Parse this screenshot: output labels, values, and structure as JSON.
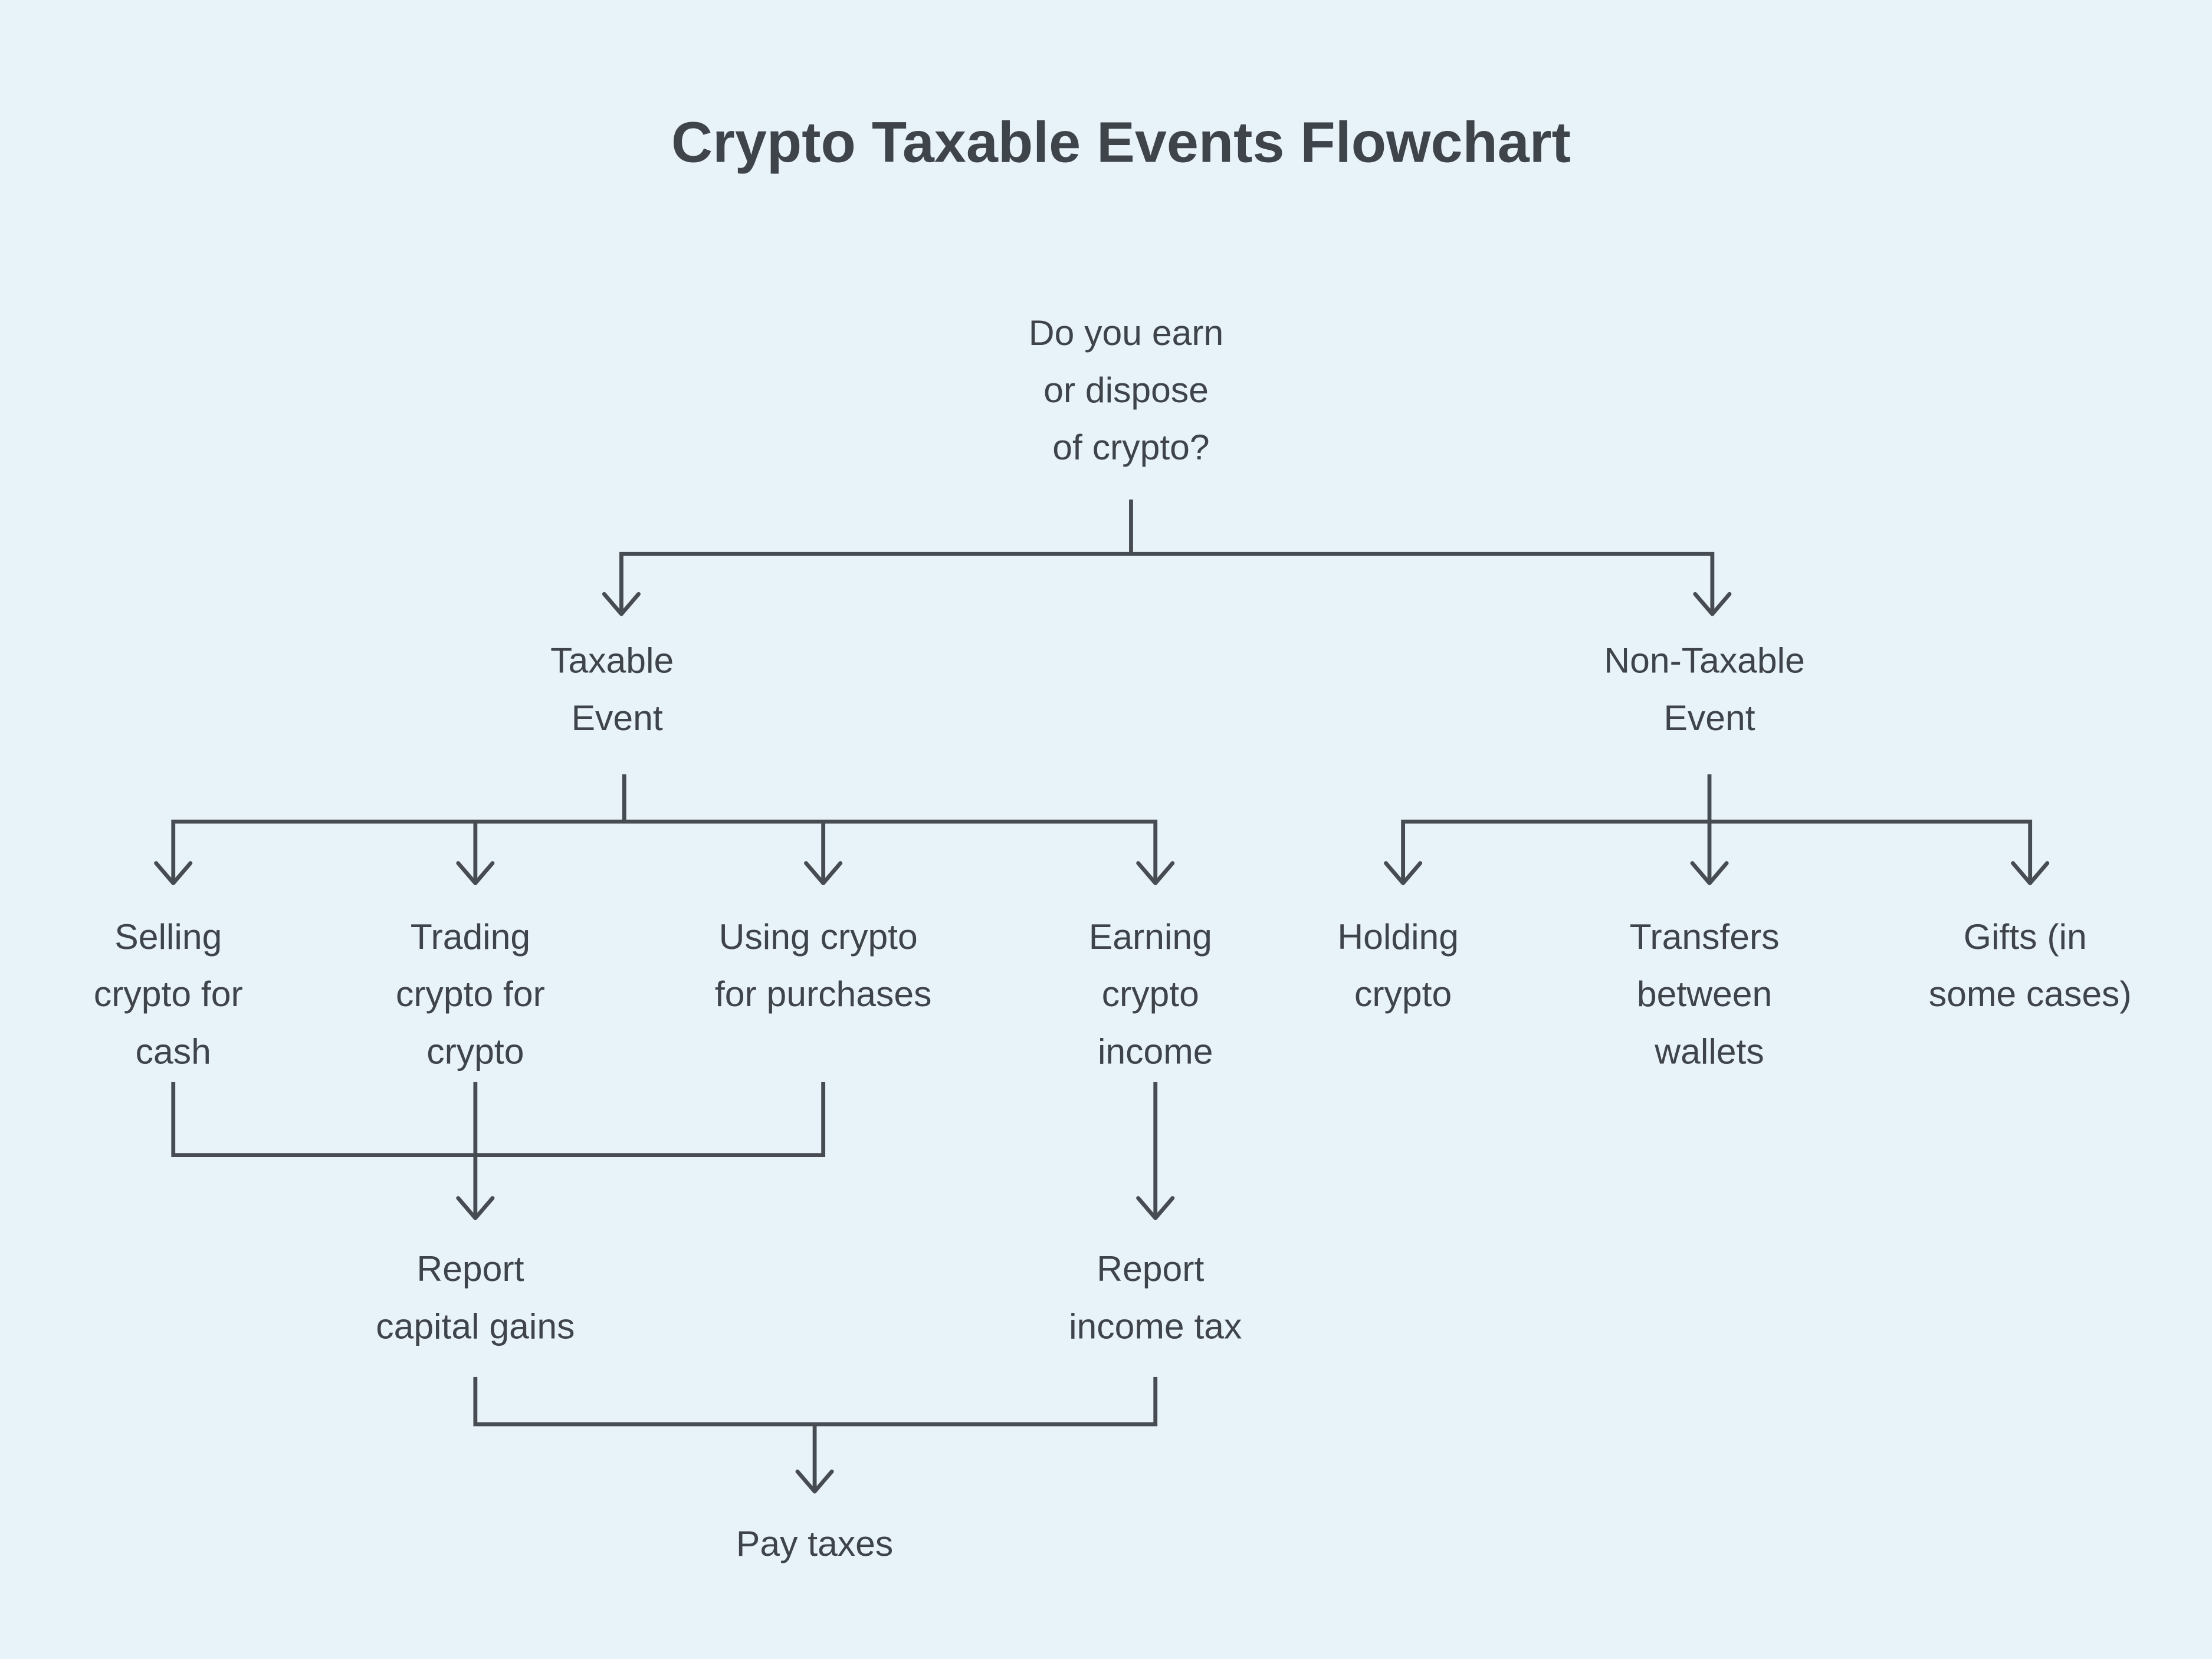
{
  "title": "Crypto Taxable Events Flowchart",
  "colors": {
    "background": "#e8f2f9",
    "line": "#464c51",
    "text": "#3e4449"
  },
  "nodes": {
    "root": {
      "lines": [
        "Do you earn",
        "or dispose",
        "of crypto?"
      ]
    },
    "taxable": {
      "lines": [
        "Taxable",
        "Event"
      ]
    },
    "non_taxable": {
      "lines": [
        "Non-Taxable",
        "Event"
      ]
    },
    "selling": {
      "lines": [
        "Selling",
        "crypto for",
        "cash"
      ]
    },
    "trading": {
      "lines": [
        "Trading",
        "crypto for",
        "crypto"
      ]
    },
    "using": {
      "lines": [
        "Using crypto",
        "for purchases"
      ]
    },
    "earning": {
      "lines": [
        "Earning",
        "crypto",
        "income"
      ]
    },
    "holding": {
      "lines": [
        "Holding",
        "crypto"
      ]
    },
    "transfers": {
      "lines": [
        "Transfers",
        "between",
        "wallets"
      ]
    },
    "gifts": {
      "lines": [
        "Gifts (in",
        "some cases)"
      ]
    },
    "report_capital_gains": {
      "lines": [
        "Report",
        "capital gains"
      ]
    },
    "report_income_tax": {
      "lines": [
        "Report",
        "income tax"
      ]
    },
    "pay_taxes": {
      "lines": [
        "Pay taxes"
      ]
    }
  },
  "edges": [
    {
      "from": "root",
      "to": "taxable"
    },
    {
      "from": "root",
      "to": "non_taxable"
    },
    {
      "from": "taxable",
      "to": "selling"
    },
    {
      "from": "taxable",
      "to": "trading"
    },
    {
      "from": "taxable",
      "to": "using"
    },
    {
      "from": "taxable",
      "to": "earning"
    },
    {
      "from": "non_taxable",
      "to": "holding"
    },
    {
      "from": "non_taxable",
      "to": "transfers"
    },
    {
      "from": "non_taxable",
      "to": "gifts"
    },
    {
      "from": "selling",
      "to": "report_capital_gains"
    },
    {
      "from": "trading",
      "to": "report_capital_gains"
    },
    {
      "from": "using",
      "to": "report_capital_gains"
    },
    {
      "from": "earning",
      "to": "report_income_tax"
    },
    {
      "from": "report_capital_gains",
      "to": "pay_taxes"
    },
    {
      "from": "report_income_tax",
      "to": "pay_taxes"
    }
  ]
}
